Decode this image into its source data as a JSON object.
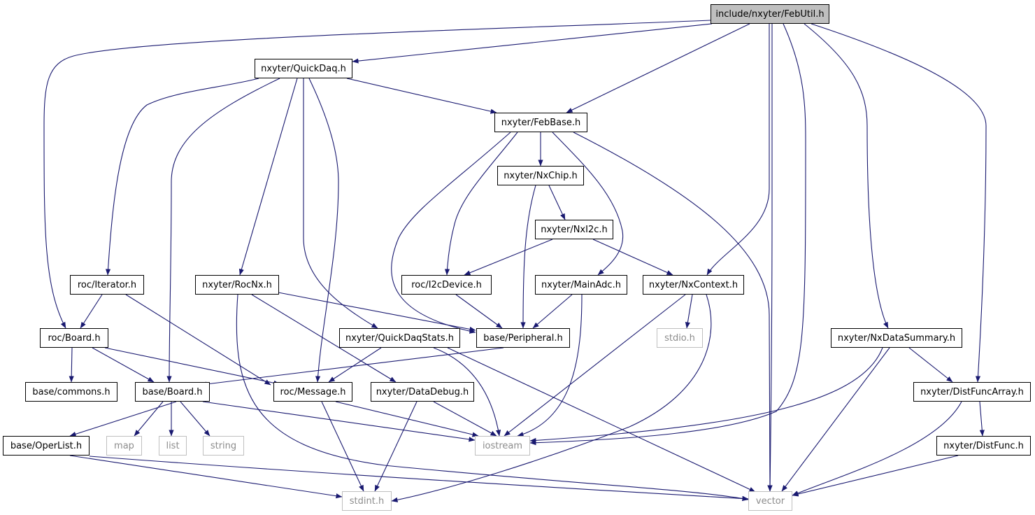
{
  "colors": {
    "edge": "#191970",
    "node_border": "#000000",
    "external_border": "#bfbfbf",
    "external_text": "#8c8c8c",
    "root_fill": "#bfbfbf"
  },
  "nodes": {
    "feb_util": "include/nxyter/FebUtil.h",
    "quickdaq": "nxyter/QuickDaq.h",
    "febbase": "nxyter/FebBase.h",
    "nxchip": "nxyter/NxChip.h",
    "nxi2c": "nxyter/NxI2c.h",
    "roc_iterator": "roc/Iterator.h",
    "rocnx": "nxyter/RocNx.h",
    "roc_i2cdevice": "roc/I2cDevice.h",
    "mainadc": "nxyter/MainAdc.h",
    "nxcontext": "nxyter/NxContext.h",
    "roc_board": "roc/Board.h",
    "quickdaqstats": "nxyter/QuickDaqStats.h",
    "base_peripheral": "base/Peripheral.h",
    "stdio": "stdio.h",
    "nxdatasummary": "nxyter/NxDataSummary.h",
    "base_commons": "base/commons.h",
    "base_board": "base/Board.h",
    "roc_message": "roc/Message.h",
    "datadebug": "nxyter/DataDebug.h",
    "distfuncarray": "nxyter/DistFuncArray.h",
    "base_operlist": "base/OperList.h",
    "map": "map",
    "list": "list",
    "string": "string",
    "iostream": "iostream",
    "distfunc": "nxyter/DistFunc.h",
    "stdint": "stdint.h",
    "vector": "vector"
  }
}
